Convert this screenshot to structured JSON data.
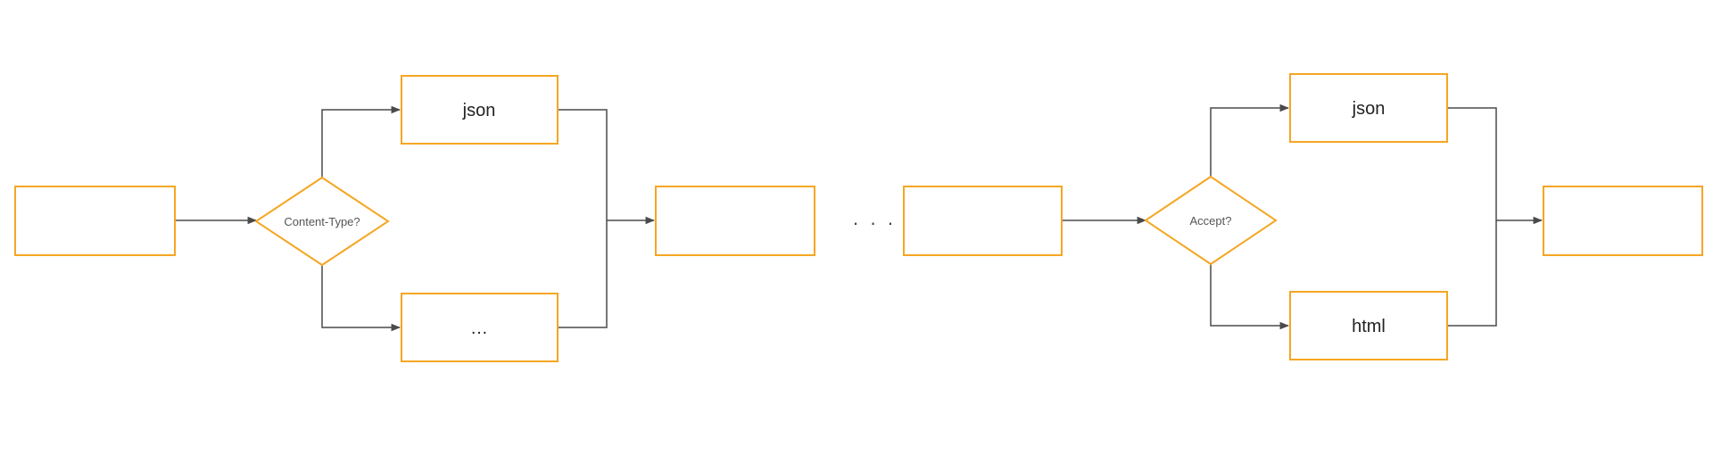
{
  "colors": {
    "node_border": "#f5a623",
    "edge": "#4a4a4a",
    "text": "#222222"
  },
  "left_flow": {
    "input_node": {
      "label": ""
    },
    "decision": {
      "label": "Content-Type?"
    },
    "branch_top": {
      "label": "json"
    },
    "branch_bottom": {
      "label": "…"
    },
    "output_node": {
      "label": ""
    }
  },
  "between": {
    "ellipsis": "· · ·"
  },
  "right_flow": {
    "input_node": {
      "label": ""
    },
    "decision": {
      "label": "Accept?"
    },
    "branch_top": {
      "label": "json"
    },
    "branch_bottom": {
      "label": "html"
    },
    "output_node": {
      "label": ""
    }
  }
}
